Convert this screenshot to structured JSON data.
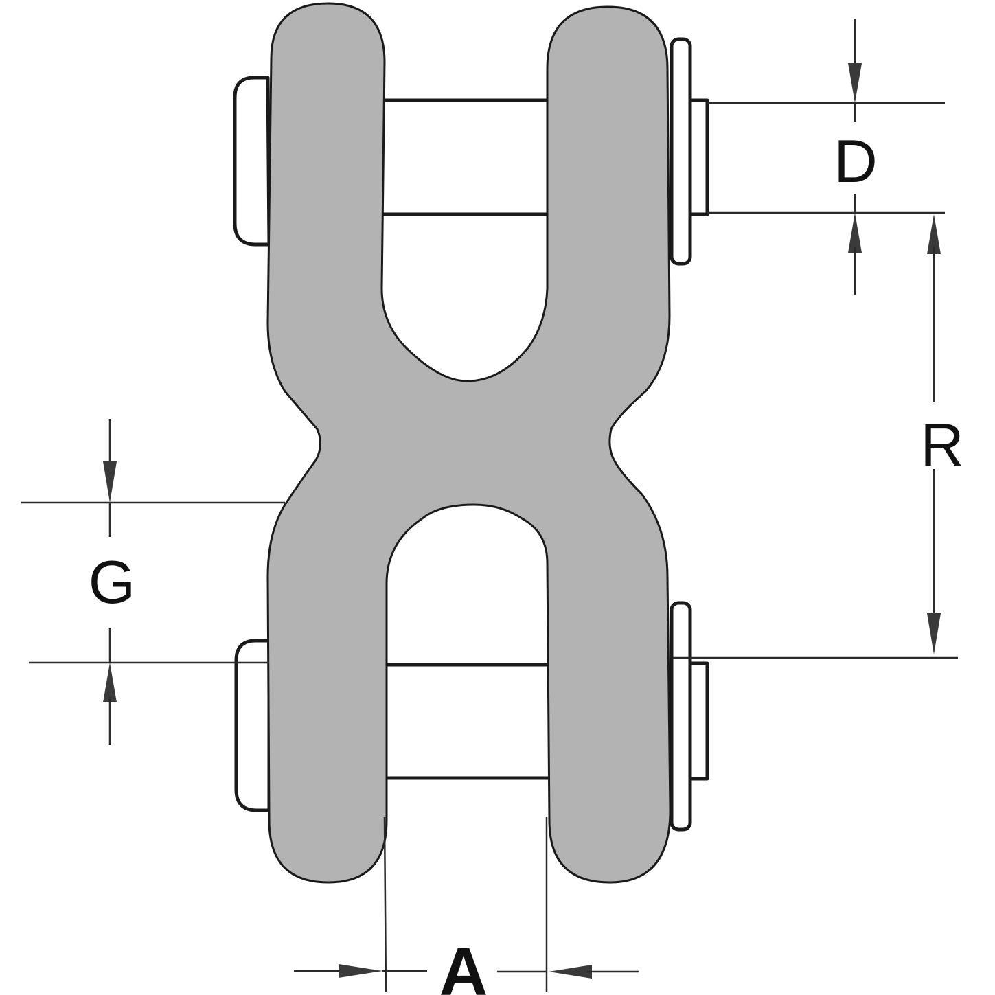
{
  "diagram": {
    "subject": "Double clevis link (twin clevis chain connector)",
    "fill_color": "#b3b3b3",
    "stroke_color": "#1a1a1a",
    "dimensions": {
      "D": {
        "label": "D",
        "meaning": "pin diameter"
      },
      "R": {
        "label": "R",
        "meaning": "pin-to-pin reach"
      },
      "G": {
        "label": "G",
        "meaning": "waist to pin offset"
      },
      "A": {
        "label": "A",
        "meaning": "clevis opening width"
      }
    }
  }
}
